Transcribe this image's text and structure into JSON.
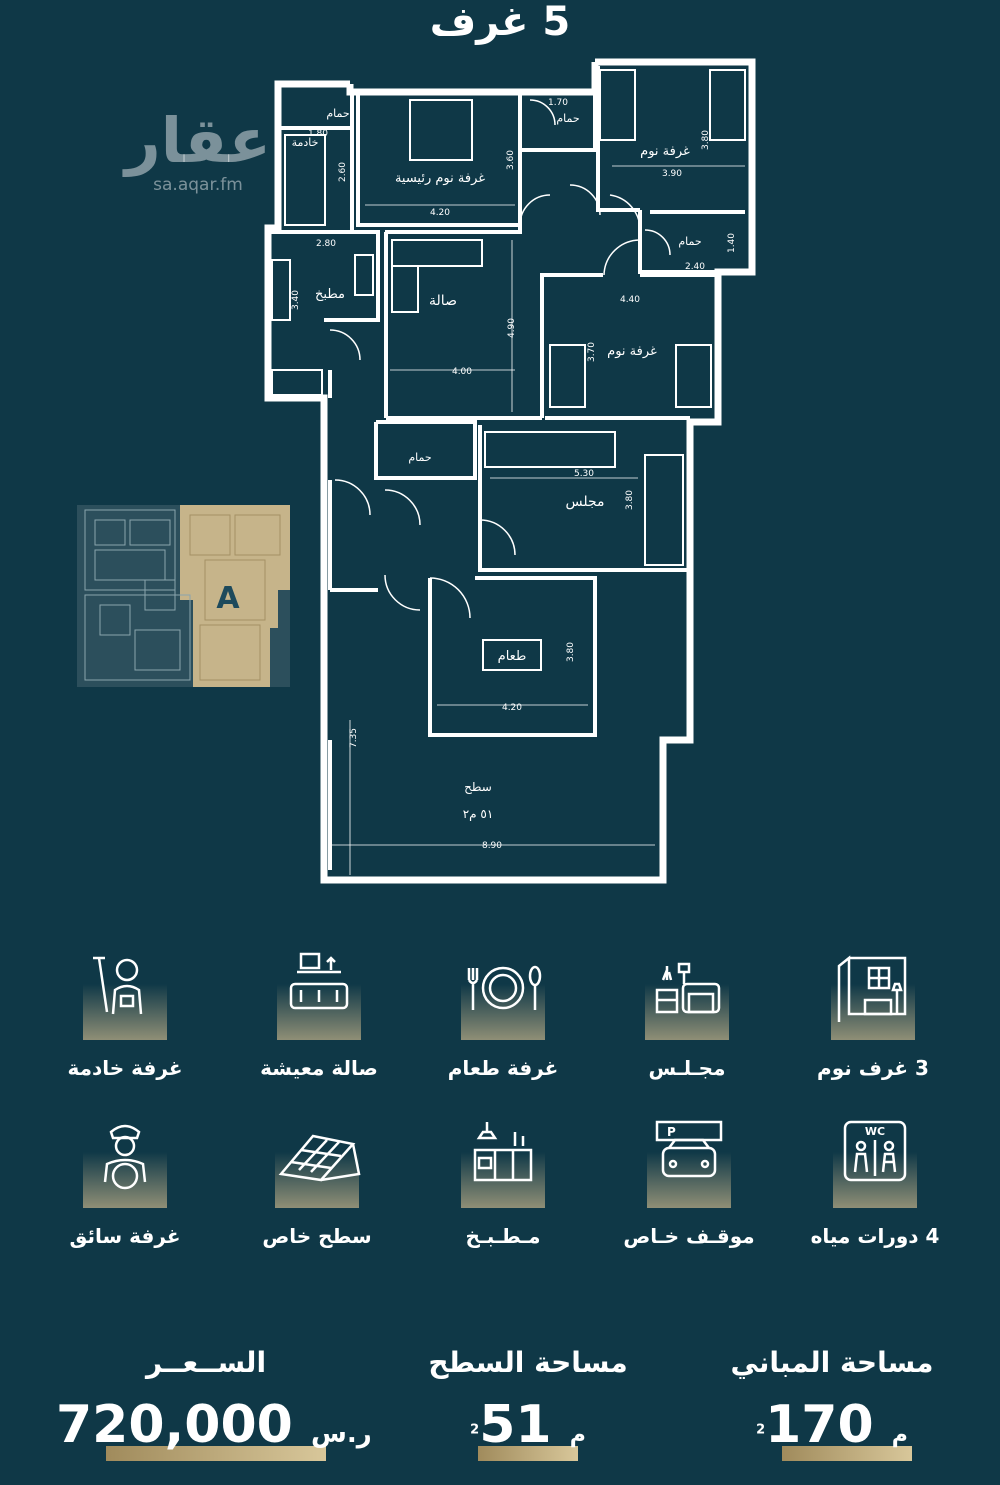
{
  "header": {
    "title": "5 غرف"
  },
  "watermark": {
    "brand": "عقار",
    "url": "sa.aqar.fm"
  },
  "floor_plan": {
    "rooms": {
      "master_bedroom": "غرفة نوم رئيسية",
      "bedroom_1": "غرفة نوم",
      "bedroom_2": "غرفة نوم",
      "maid_room": "خادمة",
      "bath_1": "حمام",
      "bath_2": "حمام",
      "bath_3": "حمام",
      "bath_4": "حمام",
      "kitchen": "مطبخ",
      "hall": "صالة",
      "majlis": "مجلس",
      "dining": "طعام",
      "roof": "سطح",
      "roof_area": "٥١ م٢"
    },
    "dimensions": {
      "d1": "1.80",
      "d2": "2.60",
      "d3": "4.20",
      "d4": "3.60",
      "d5": "1.70",
      "d6": "3.80",
      "d7": "3.90",
      "d8": "1.40",
      "d9": "2.40",
      "d10": "2.80",
      "d11": "3.40",
      "d12": "4.40",
      "d13": "3.70",
      "d14": "4.90",
      "d15": "4.00",
      "d16": "5.30",
      "d17": "3.80",
      "d18": "3.80",
      "d19": "4.20",
      "d20": "7.35",
      "d21": "8.90"
    },
    "key_plan_label": "A",
    "colors": {
      "wall": "#ffffff",
      "accent": "#c6b48a"
    }
  },
  "features": [
    {
      "label": "3 غرف نوم",
      "icon": "bedroom-icon"
    },
    {
      "label": "مجـلـس",
      "icon": "majlis-icon"
    },
    {
      "label": "غرفة طعام",
      "icon": "dining-icon"
    },
    {
      "label": "صالة معيشة",
      "icon": "living-room-icon"
    },
    {
      "label": "غرفة خادمة",
      "icon": "maid-icon"
    },
    {
      "label": "4 دورات مياه",
      "icon": "wc-icon"
    },
    {
      "label": "موقـف خـاص",
      "icon": "parking-icon"
    },
    {
      "label": "مـطـبـخ",
      "icon": "kitchen-icon"
    },
    {
      "label": "سطح خاص",
      "icon": "roof-icon"
    },
    {
      "label": "غرفة سائق",
      "icon": "driver-icon"
    }
  ],
  "stats": {
    "building_area": {
      "label": "مساحة المباني",
      "value": "170",
      "unit": "م",
      "unit_sup": "2"
    },
    "roof_area": {
      "label": "مساحة السطح",
      "value": "51",
      "unit": "م",
      "unit_sup": "2"
    },
    "price": {
      "label": "الســعــر",
      "value": "720,000",
      "currency_symbol": "ر.س"
    }
  }
}
